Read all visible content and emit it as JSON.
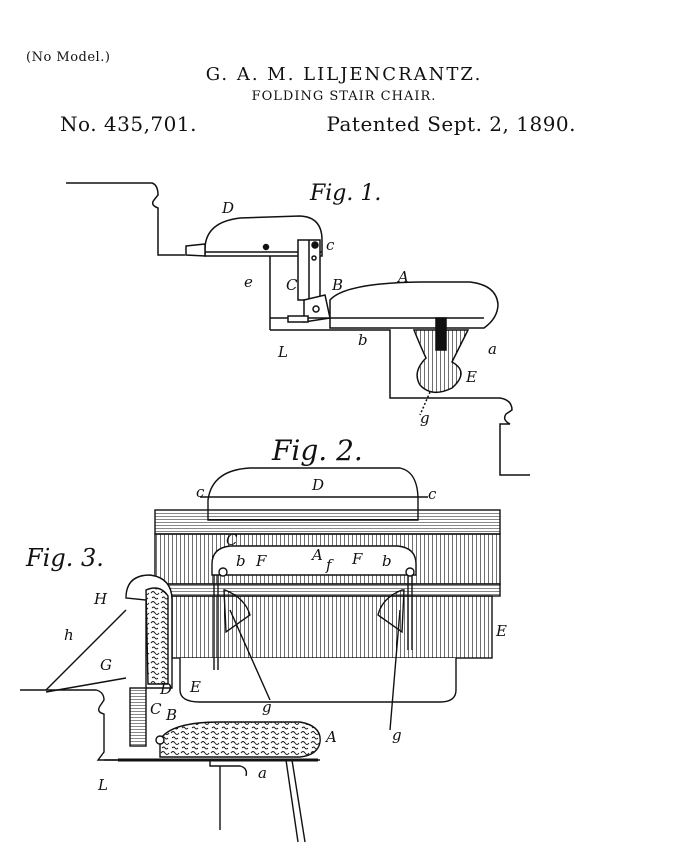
{
  "header": {
    "model_note": "(No Model.)",
    "inventor": "G. A. M. LILJENCRANTZ.",
    "title": "FOLDING STAIR CHAIR.",
    "patent_number": "No. 435,701.",
    "patent_date": "Patented Sept. 2, 1890."
  },
  "figures": {
    "fig1": {
      "caption": "Fig. 1.",
      "labels": [
        "D",
        "c",
        "C",
        "e",
        "B",
        "A",
        "b",
        "L",
        "a",
        "E",
        "g"
      ]
    },
    "fig2": {
      "caption": "Fig. 2.",
      "labels": [
        "c",
        "D",
        "c",
        "C",
        "b",
        "F",
        "A",
        "f",
        "F",
        "b",
        "E",
        "E",
        "g",
        "g"
      ]
    },
    "fig3": {
      "caption": "Fig. 3.",
      "labels": [
        "H",
        "h",
        "G",
        "D",
        "C",
        "B",
        "A",
        "a",
        "L"
      ]
    }
  },
  "colors": {
    "ink": "#111111",
    "paper": "#ffffff"
  }
}
